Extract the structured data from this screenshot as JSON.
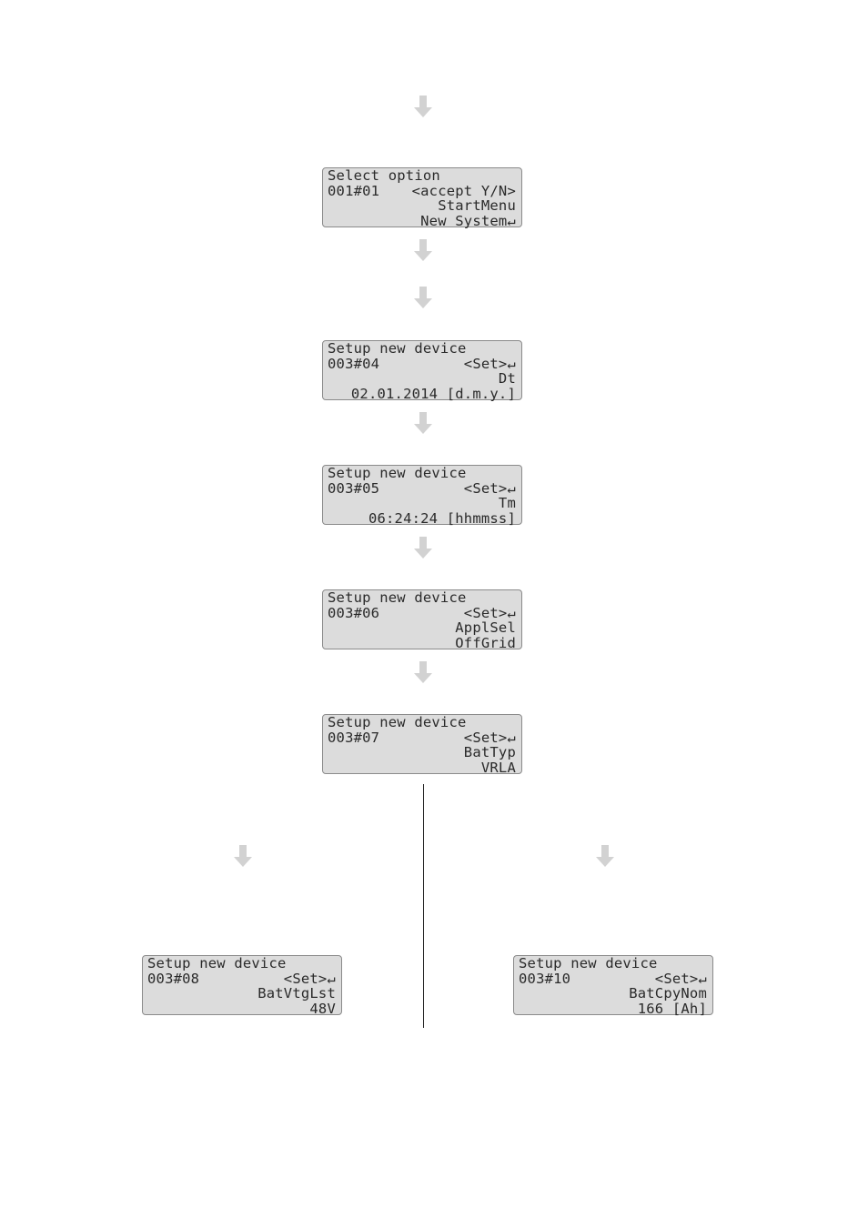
{
  "screens": [
    {
      "title": "Select option",
      "code": "001#01",
      "action": "<accept Y/N>",
      "param": "StartMenu",
      "value": "New System↵"
    },
    {
      "title": "Setup new device",
      "code": "003#04",
      "action": "<Set>↵",
      "param": "Dt",
      "value": "02.01.2014 [d.m.y.]"
    },
    {
      "title": "Setup new device",
      "code": "003#05",
      "action": "<Set>↵",
      "param": "Tm",
      "value": "06:24:24 [hhmmss]"
    },
    {
      "title": "Setup new device",
      "code": "003#06",
      "action": "<Set>↵",
      "param": "ApplSel",
      "value": "OffGrid"
    },
    {
      "title": "Setup new device",
      "code": "003#07",
      "action": "<Set>↵",
      "param": "BatTyp",
      "value": "VRLA"
    },
    {
      "title": "Setup new device",
      "code": "003#08",
      "action": "<Set>↵",
      "param": "BatVtgLst",
      "value": "48V"
    },
    {
      "title": "Setup new device",
      "code": "003#10",
      "action": "<Set>↵",
      "param": "BatCpyNom",
      "value": "166 [Ah]"
    }
  ],
  "colors": {
    "arrow": "#d2d2d2",
    "lcd_bg": "#dcdcdc",
    "lcd_border": "#8a8a8a"
  }
}
